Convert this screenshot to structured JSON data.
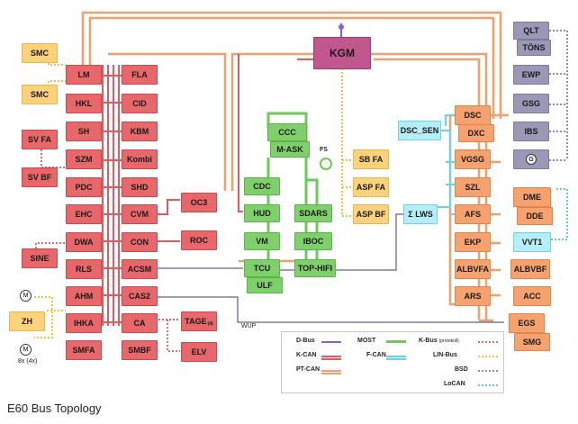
{
  "title": "E60 Bus Topology",
  "nodes": {
    "smc1": "SMC",
    "smc2": "SMC",
    "svfa": "SV FA",
    "svbf": "SV BF",
    "sine": "SINE",
    "zh": "ZH",
    "lm": "LM",
    "hkl": "HKL",
    "sh": "SH",
    "szm": "SZM",
    "pdc": "PDC",
    "ehc": "EHC",
    "dwa": "DWA",
    "rls": "RLS",
    "ahm": "AHM",
    "ihka": "IHKA",
    "smfa": "SMFA",
    "fla": "FLA",
    "cid": "CID",
    "kbm": "KBM",
    "kombi": "Kombi",
    "shd": "SHD",
    "cvm": "CVM",
    "con": "CON",
    "acsm": "ACSM",
    "cas2": "CAS2",
    "ca": "CA",
    "smbf": "SMBF",
    "oc3": "OC3",
    "roc": "ROC",
    "tage": "TAGE",
    "elv": "ELV",
    "kgm": "KGM",
    "ccc": "CCC",
    "mask": "M-ASK",
    "cdc": "CDC",
    "hud": "HUD",
    "vm": "VM",
    "tcu": "TCU",
    "ulf": "ULF",
    "sdars": "SDARS",
    "iboc": "IBOC",
    "tophifi": "TOP-HIFI",
    "sbfa": "SB FA",
    "aspfa": "ASP FA",
    "aspbf": "ASP BF",
    "dscsen": "DSC_SEN",
    "lws": "Σ LWS",
    "dsc": "DSC",
    "dxc": "DXC",
    "vgsg": "VGSG",
    "szl": "SZL",
    "afs": "AFS",
    "ekp": "EKP",
    "albvfa": "ALBVFA",
    "ars": "ARS",
    "egs": "EGS",
    "smg": "SMG",
    "qlt": "QLT",
    "tons": "TÖNS",
    "ewp": "EWP",
    "gsg": "GSG",
    "ibs": "IBS",
    "dme": "DME",
    "dde": "DDE",
    "vvt1": "VVT1",
    "albvbf": "ALBVBF",
    "acc": "ACC"
  },
  "labels": {
    "fs": "FS",
    "wup": "WUP",
    "motor_count": "8x (4x)",
    "motor_m": "M",
    "generator_g": "G",
    "tage_sub": "(4)"
  },
  "legend": {
    "dbus": "D-Bus",
    "kcan": "K-CAN",
    "ptcan": "PT-CAN",
    "most": "MOST",
    "fcan": "F-CAN",
    "kbus": "K-Bus",
    "kbus_note": "(protokoll)",
    "linbus": "LIN-Bus",
    "bsd": "BSD",
    "locan": "LoCAN"
  },
  "colors": {
    "dbus": "#8e5cdc",
    "kcan": "#e05a5e",
    "ptcan": "#f0a06a",
    "most": "#6cc95a",
    "fcan": "#5fd8ee",
    "kbus": "#e06a6e",
    "linbus": "#f7c23a",
    "bsd": "#8e8cae",
    "locan": "#5fcfc3"
  }
}
